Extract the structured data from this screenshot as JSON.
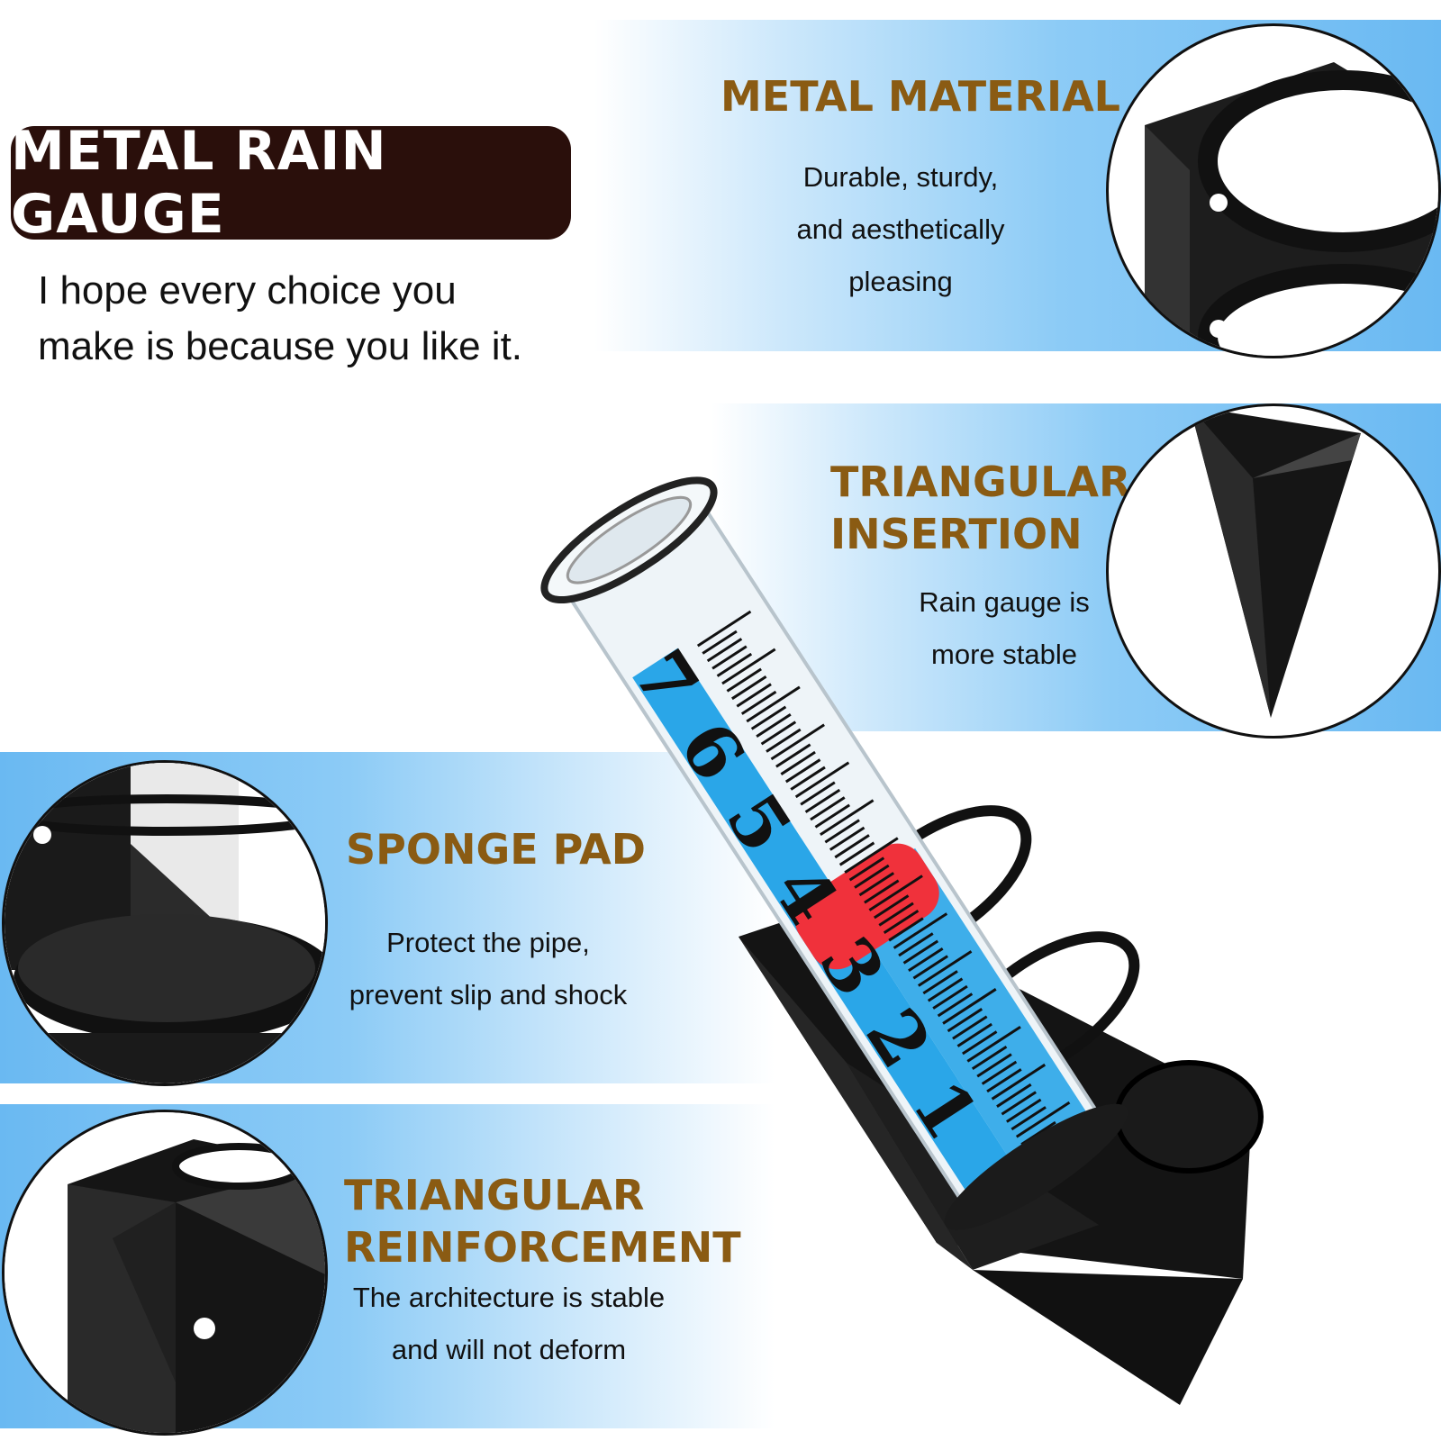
{
  "title": "METAL RAIN GAUGE",
  "tagline": {
    "line1": "I hope every choice you",
    "line2": "make is because you like it."
  },
  "features": [
    {
      "title_lines": [
        "METAL MATERIAL"
      ],
      "desc_lines": [
        "Durable, sturdy,",
        "and aesthetically",
        "pleasing"
      ]
    },
    {
      "title_lines": [
        "TRIANGULAR",
        "INSERTION"
      ],
      "desc_lines": [
        "Rain gauge is",
        "more stable"
      ]
    },
    {
      "title_lines": [
        "SPONGE PAD"
      ],
      "desc_lines": [
        "Protect the pipe,",
        "prevent slip and shock"
      ]
    },
    {
      "title_lines": [
        "TRIANGULAR",
        "REINFORCEMENT"
      ],
      "desc_lines": [
        "The architecture is stable",
        "and will not deform"
      ]
    }
  ],
  "gauge_numbers": [
    "7",
    "6",
    "5",
    "4",
    "3",
    "2",
    "1"
  ],
  "colors": {
    "title_bg": "#2a0f0b",
    "feature_title": "#8a5b13",
    "band_blue": "#6ab9f2",
    "gauge_blue": "#2aa6e8",
    "highlight_red": "#f0313b"
  }
}
